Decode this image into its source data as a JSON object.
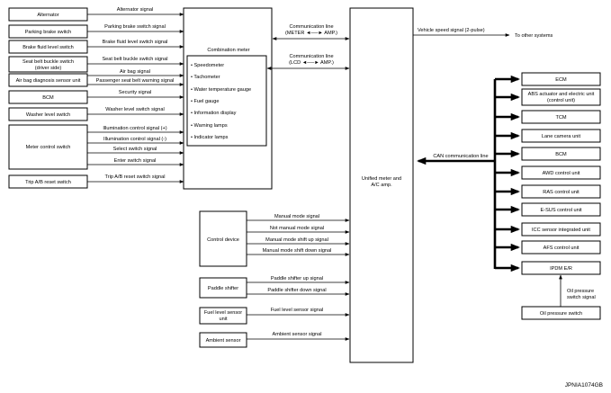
{
  "left_units": {
    "alternator": "Alternator",
    "parking_brake_switch": "Parking brake switch",
    "brake_fluid_level_switch": "Brake fluid level switch",
    "seat_belt_buckle_switch": [
      "Seat belt buckle switch",
      "(driver side)"
    ],
    "air_bag_diagnosis_sensor_unit": "Air bag diagnosis sensor unit",
    "bcm": "BCM",
    "washer_level_switch": "Washer level switch",
    "meter_control_switch": "Meter control switch",
    "trip_reset_switch": "Trip A/B reset switch"
  },
  "left_signals": {
    "alternator_signal": "Alternator signal",
    "parking_brake_switch_signal": "Parking brake switch signal",
    "brake_fluid_level_switch_signal": "Brake fluid level switch signal",
    "seat_belt_buckle_switch_signal": "Seat belt buckle switch signal",
    "air_bag_signal": "Air bag signal",
    "passenger_seat_belt_warning_signal": "Passenger seat belt warning signal",
    "security_signal": "Security signal",
    "washer_level_switch_signal": "Washer level switch signal",
    "illumination_control_plus": "Illumination control signal (+)",
    "illumination_control_minus": "Illumination control signal (-)",
    "select_switch_signal": "Select switch signal",
    "enter_switch_signal": "Enter switch signal",
    "trip_reset_switch_signal": "Trip A/B reset switch signal"
  },
  "combination_meter": {
    "title": "Combination meter",
    "items": [
      "Speedometer",
      "Tachometer",
      "Water temperature gauge",
      "Fuel gauge",
      "Information display",
      "Warning lamps",
      "Indicator lamps"
    ]
  },
  "communication": {
    "meter_amp": {
      "label": "Communication line",
      "sub": "(METER ◄──► AMP.)"
    },
    "lcd_amp": {
      "label": "Communication line",
      "sub": "(LCD ◄──► AMP.)"
    }
  },
  "center_unit": [
    "Unified meter and",
    "A/C amp."
  ],
  "vehicle_speed": {
    "signal": "Vehicle speed signal (2-pulse)",
    "to": "To other systems"
  },
  "can_line": "CAN communication line",
  "right_units": [
    [
      "ECM"
    ],
    [
      "ABS actuator and electric unit",
      "(control unit)"
    ],
    [
      "TCM"
    ],
    [
      "Lane camera unit"
    ],
    [
      "BCM"
    ],
    [
      "AWD control unit"
    ],
    [
      "RAS control unit"
    ],
    [
      "E-SUS control unit"
    ],
    [
      "ICC sensor integrated unit"
    ],
    [
      "AFS control unit"
    ],
    [
      "IPDM E/R"
    ]
  ],
  "oil_pressure": {
    "signal": [
      "Oil pressure",
      "switch signal"
    ],
    "switch": "Oil pressure switch"
  },
  "bottom_units": {
    "control_device": "Control device",
    "paddle_shifter": "Paddle shifter",
    "fuel_level_sensor_unit": [
      "Fuel level sensor",
      "unit"
    ],
    "ambient_sensor": "Ambient sensor"
  },
  "bottom_signals": {
    "manual_mode_signal": "Manual mode signal",
    "not_manual_mode_signal": "Not manual mode signal",
    "manual_mode_shift_up_signal": "Manual mode shift up signal",
    "manual_mode_shift_down_signal": "Manual mode shift down signal",
    "paddle_shifter_up_signal": "Paddle shifter up signal",
    "paddle_shifter_down_signal": "Paddle shifter down signal",
    "fuel_level_sensor_signal": "Fuel level sensor signal",
    "ambient_sensor_signal": "Ambient sensor signal"
  },
  "figure_code": "JPNIA1074GB"
}
